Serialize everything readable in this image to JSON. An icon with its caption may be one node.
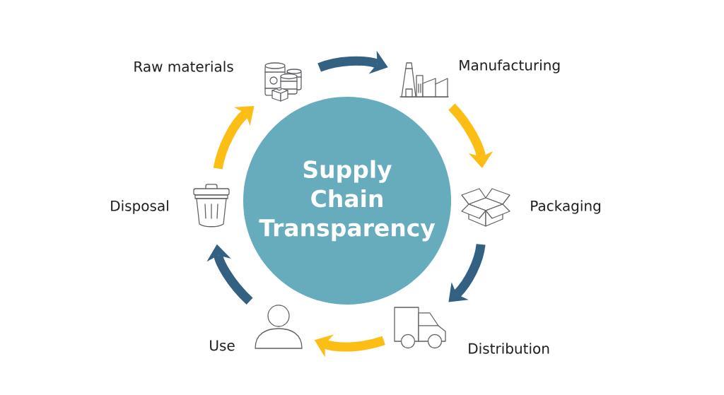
{
  "diagram": {
    "nodes": [
      {
        "text": [
          "Supply Chain Transparency"
        ]
      },
      {
        "text": [],
        "shape": "picture",
        "beside": [
          "Raw materials"
        ]
      },
      {
        "text": [],
        "shape": "picture",
        "beside": [
          "Manufacturing"
        ]
      },
      {
        "text": [],
        "shape": "picture",
        "beside": [
          "Packaging"
        ]
      },
      {
        "text": [],
        "shape": "picture",
        "beside": [
          "Distribution"
        ]
      },
      {
        "text": [],
        "shape": "picture",
        "beside": [
          "Use"
        ]
      },
      {
        "text": [],
        "shape": "picture",
        "beside": [
          "Disposal"
        ]
      }
    ],
    "edges": [
      {
        "from": 1,
        "to": 2,
        "arrow": "to",
        "color": "#346082"
      },
      {
        "from": 2,
        "to": 3,
        "arrow": "to",
        "color": "#fcbe14"
      },
      {
        "from": 3,
        "to": 4,
        "arrow": "to",
        "color": "#346082"
      },
      {
        "from": 4,
        "to": 5,
        "arrow": "to",
        "color": "#fcbe14"
      },
      {
        "from": 5,
        "to": 6,
        "arrow": "to",
        "color": "#346082"
      },
      {
        "from": 6,
        "to": 1,
        "arrow": "to",
        "color": "#fcbe14"
      }
    ]
  }
}
